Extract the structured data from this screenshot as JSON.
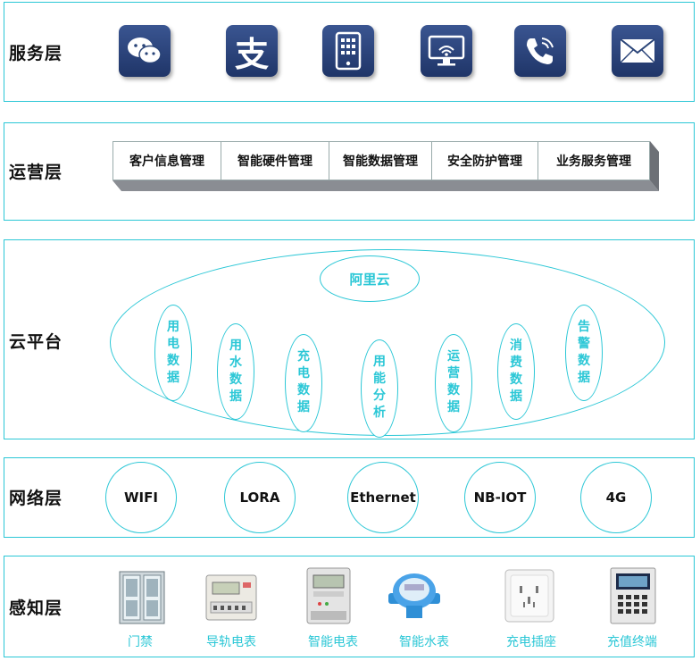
{
  "layers": {
    "service": "服务层",
    "operation": "运营层",
    "cloud": "云平台",
    "network": "网络层",
    "perception": "感知层"
  },
  "service_icons": [
    "wechat-icon",
    "alipay-icon",
    "mobile-app-icon",
    "monitor-icon",
    "phone-call-icon",
    "email-icon"
  ],
  "operations": [
    "客户信息管理",
    "智能硬件管理",
    "智能数据管理",
    "安全防护管理",
    "业务服务管理"
  ],
  "cloud": {
    "name": "阿里云",
    "items": [
      "用电数据",
      "用水数据",
      "充电数据",
      "用能分析",
      "运营数据",
      "消费数据",
      "告警数据"
    ]
  },
  "network": [
    "WIFI",
    "LORA",
    "Ethernet",
    "NB-IOT",
    "4G"
  ],
  "devices": [
    "门禁",
    "导轨电表",
    "智能电表",
    "智能水表",
    "充电插座",
    "充值终端"
  ],
  "colors": {
    "accent": "#2bc7d6",
    "icon_bg": "#2a4478"
  }
}
